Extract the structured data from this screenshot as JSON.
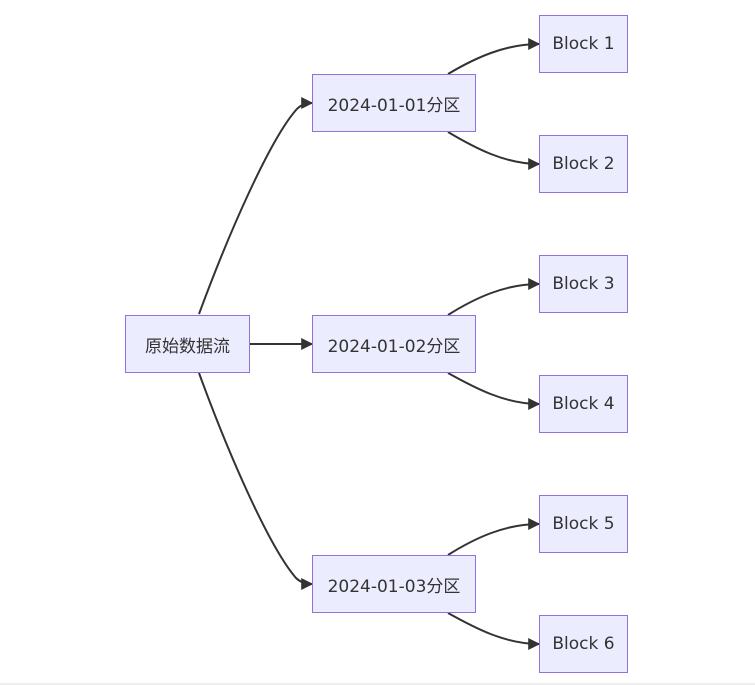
{
  "diagram": {
    "root": {
      "id": "root",
      "label": "原始数据流"
    },
    "partitions": [
      {
        "id": "p1",
        "label": "2024-01-01分区",
        "blocks": [
          {
            "id": "b1",
            "label": "Block 1"
          },
          {
            "id": "b2",
            "label": "Block 2"
          }
        ]
      },
      {
        "id": "p2",
        "label": "2024-01-02分区",
        "blocks": [
          {
            "id": "b3",
            "label": "Block 3"
          },
          {
            "id": "b4",
            "label": "Block 4"
          }
        ]
      },
      {
        "id": "p3",
        "label": "2024-01-03分区",
        "blocks": [
          {
            "id": "b5",
            "label": "Block 5"
          },
          {
            "id": "b6",
            "label": "Block 6"
          }
        ]
      }
    ],
    "colors": {
      "node_fill": "#ECECFF",
      "node_border": "#9370DB",
      "edge": "#333333",
      "text": "#333333"
    }
  }
}
